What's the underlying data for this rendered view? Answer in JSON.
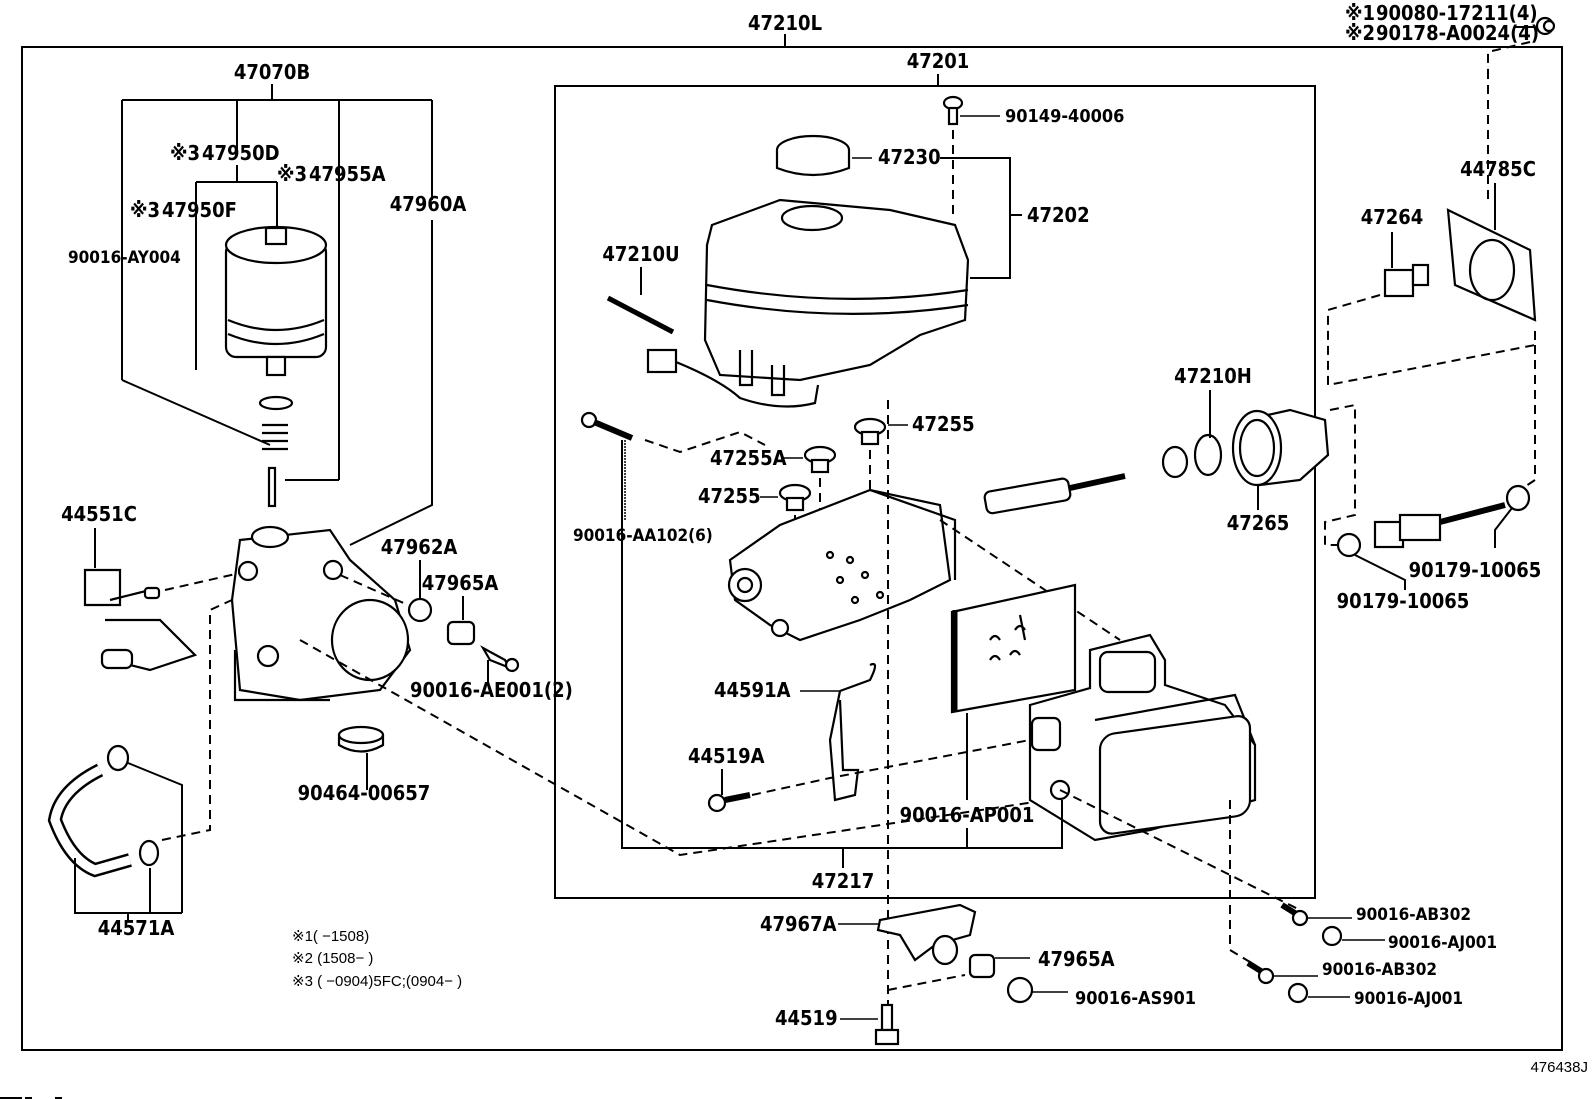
{
  "diagram": {
    "assembly_label": "47210L",
    "footer_ref": "476438J",
    "top_right_notes": [
      {
        "mark": "※1",
        "part": "90080-17211(4)"
      },
      {
        "mark": "※2",
        "part": "90178-A0024(4)"
      }
    ],
    "legend_notes": [
      "※1(      −1508)",
      "※2 (1508−      )",
      "※3 (      −0904)5FC;(0904−      )"
    ],
    "pump_group": {
      "label": "47070B",
      "parts": {
        "p47950D": {
          "mark": "※3",
          "part": "47950D"
        },
        "p47955A": {
          "mark": "※3",
          "part": "47955A"
        },
        "p47950F": {
          "mark": "※3",
          "part": "47950F"
        },
        "p47960A": "47960A",
        "p90016AY004": "90016-AY004",
        "p44551C": "44551C",
        "p47962A": "47962A",
        "p47965A_top": "47965A",
        "p90016AE001": "90016-AE001(2)",
        "p90464": "90464-00657",
        "p44571A": "44571A"
      }
    },
    "master_cylinder_group": {
      "label": "47201",
      "parts": {
        "p90149": "90149-40006",
        "p47230": "47230",
        "p47202": "47202",
        "p47210U": "47210U",
        "p47255_a": "47255",
        "p47255A": "47255A",
        "p47255_b": "47255",
        "p90016AA102": "90016-AA102(6)",
        "p47210H": "47210H",
        "p47265": "47265",
        "p44591A": "44591A",
        "p44519A": "44519A",
        "p90016AP001": "90016-AP001",
        "p47217": "47217"
      }
    },
    "right_group": {
      "p44785C": "44785C",
      "p47264": "47264",
      "p90179_a": "90179-10065",
      "p90179_b": "90179-10065"
    },
    "bottom_group": {
      "p47967A": "47967A",
      "p47965A_bot": "47965A",
      "p90016AS901": "90016-AS901",
      "p44519": "44519",
      "p90016AB302_a": "90016-AB302",
      "p90016AJ001_a": "90016-AJ001",
      "p90016AB302_b": "90016-AB302",
      "p90016AJ001_b": "90016-AJ001"
    }
  }
}
